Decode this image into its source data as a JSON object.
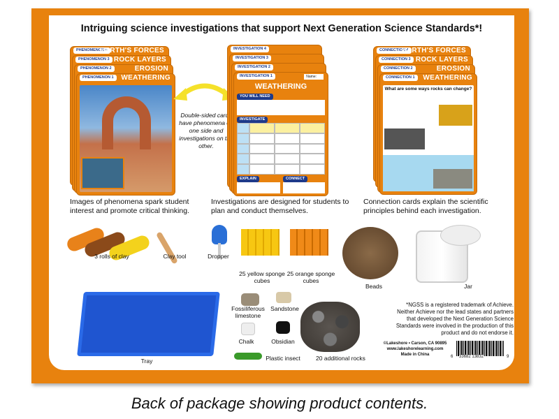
{
  "headline": "Intriguing science investigations that support Next Generation Science Standards*!",
  "phenomena": {
    "cards": [
      {
        "tab": "PHENOMENON 4",
        "title": "EARTH'S FORCES"
      },
      {
        "tab": "PHENOMENON 3",
        "title": "ROCK LAYERS"
      },
      {
        "tab": "PHENOMENON 2",
        "title": "EROSION"
      },
      {
        "tab": "PHENOMENON 1",
        "title": "WEATHERING"
      }
    ],
    "caption": "Images of phenomena spark student interest and promote critical thinking."
  },
  "arrow_text": "Double-sided cards have phenomena on one side and investigations on the other.",
  "investigations": {
    "cards": [
      {
        "tab": "INVESTIGATION 4"
      },
      {
        "tab": "INVESTIGATION 3"
      },
      {
        "tab": "INVESTIGATION 2"
      },
      {
        "tab": "INVESTIGATION 1"
      }
    ],
    "title": "WEATHERING",
    "name_label": "Name:",
    "you_will_need": "YOU WILL NEED",
    "investigate": "INVESTIGATE",
    "explain": "EXPLAIN",
    "connect": "CONNECT",
    "caption": "Investigations are designed for students to plan and conduct themselves."
  },
  "connections": {
    "cards": [
      {
        "tab": "CONNECTION 4",
        "title": "EARTH'S FORCES"
      },
      {
        "tab": "CONNECTION 3",
        "title": "ROCK LAYERS"
      },
      {
        "tab": "CONNECTION 2",
        "title": "EROSION"
      },
      {
        "tab": "CONNECTION 1",
        "title": "WEATHERING"
      }
    ],
    "question": "What are some ways rocks can change?",
    "caption": "Connection cards explain the scientific principles behind each investigation."
  },
  "items": {
    "clay": "3 rolls of clay",
    "clay_tool": "Clay tool",
    "dropper": "Dropper",
    "yellow": "25 yellow sponge cubes",
    "orange": "25 orange sponge cubes",
    "beads": "Beads",
    "jar": "Jar",
    "tray": "Tray",
    "fossil": "Fossiliferous limestone",
    "sandstone": "Sandstone",
    "chalk": "Chalk",
    "obsidian": "Obsidian",
    "insect": "Plastic insect",
    "rocks": "20 additional rocks"
  },
  "legal": "*NGSS is a registered trademark of Achieve. Neither Achieve nor the lead states and partners that developed the Next Generation Science Standards were involved in the production of this product and do not endorse it.",
  "company": {
    "line1": "©Lakeshore • Carson, CA 90895",
    "line2": "www.lakeshorelearning.com",
    "line3": "Made in China"
  },
  "barcode": {
    "left": "6",
    "middle": "33682 13832",
    "right": "9"
  },
  "footer_caption": "Back of package showing product contents."
}
